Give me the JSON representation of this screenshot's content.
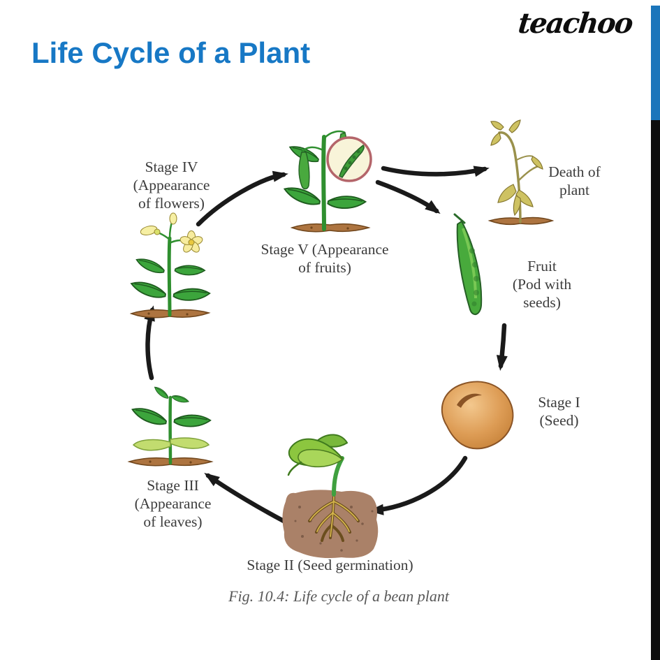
{
  "brand": {
    "logo": "teachoo"
  },
  "header": {
    "title": "Life Cycle of a Plant"
  },
  "diagram": {
    "stage_1": {
      "label": "Stage I\n(Seed)"
    },
    "stage_2": {
      "label": "Stage II (Seed germination)"
    },
    "stage_3": {
      "label": "Stage III\n(Appearance\nof leaves)"
    },
    "stage_4": {
      "label": "Stage IV\n(Appearance\nof flowers)"
    },
    "stage_5": {
      "label": "Stage V (Appearance\nof fruits)"
    },
    "death": {
      "label": "Death of\nplant"
    },
    "fruit": {
      "label": "Fruit\n(Pod with\nseeds)"
    }
  },
  "caption": "Fig. 10.4: Life cycle of a bean plant",
  "colors": {
    "title_blue": "#1778C5",
    "bar_blue": "#1B75BB",
    "bar_black": "#0D0D0D",
    "label_text": "#3C3C3C",
    "caption_text": "#585858",
    "arrow": "#1A1A1A",
    "leaf_green": "#3CA53C",
    "stem_green": "#2F8F2F",
    "soil_brown": "#AD7440",
    "pod_green": "#48AA3C",
    "seed_tan": "#DD9C55",
    "dead_yellow": "#CEC262",
    "magnifier_rim": "#B4656A",
    "magnifier_fill": "#F8F4D9"
  }
}
